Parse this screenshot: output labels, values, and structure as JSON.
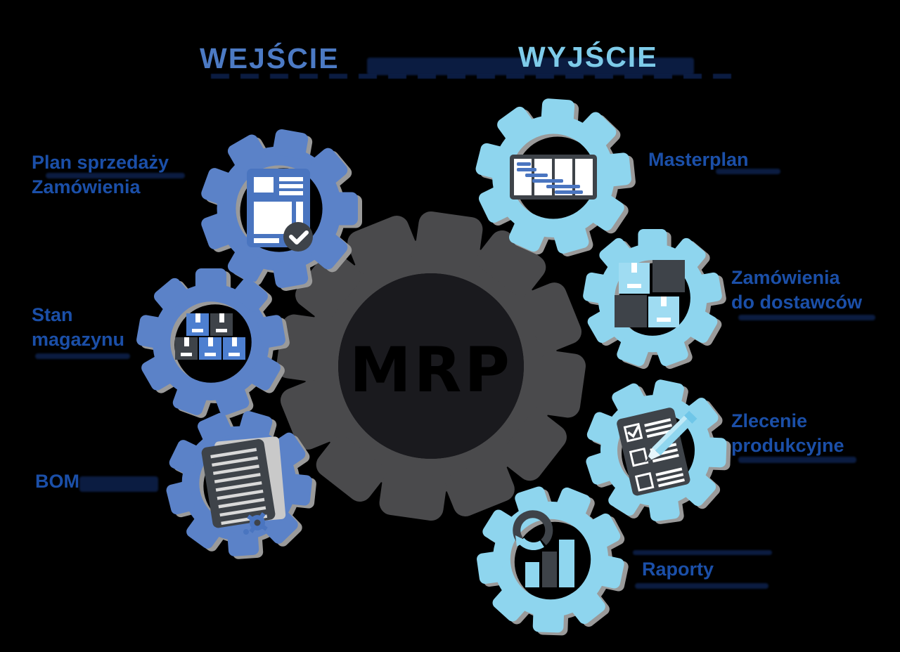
{
  "headers": {
    "input": "WEJŚCIE",
    "output": "WYJŚCIE"
  },
  "center_label": "MRP",
  "inputs": [
    {
      "id": "sales-plan-orders",
      "label": [
        "Plan sprzedaży",
        "Zamówienia"
      ],
      "icon": "invoice-check-icon"
    },
    {
      "id": "stock-level",
      "label": [
        "Stan",
        "magazynu"
      ],
      "icon": "warehouse-boxes-icon"
    },
    {
      "id": "bom",
      "label": [
        "BOM"
      ],
      "icon": "bom-list-icon"
    }
  ],
  "outputs": [
    {
      "id": "masterplan",
      "label": [
        "Masterplan"
      ],
      "icon": "gantt-chart-icon"
    },
    {
      "id": "supplier-orders",
      "label": [
        "Zamówienia",
        "do dostawców"
      ],
      "icon": "supplier-boxes-icon"
    },
    {
      "id": "production-orders",
      "label": [
        "Zlecenie",
        "produkcyjne"
      ],
      "icon": "checklist-pencil-icon"
    },
    {
      "id": "reports",
      "label": [
        "Raporty"
      ],
      "icon": "report-chart-icon"
    }
  ],
  "colors": {
    "background": "#000000",
    "header_input": "#4c7ac4",
    "header_output": "#7ecbe9",
    "label_blue": "#1b4fa8",
    "input_gear": "#5b82c8",
    "output_gear": "#8ed5ee",
    "center_gear": "#4a4a4c",
    "center_hole": "#1a1a1e",
    "center_label": "#000000",
    "icon_dark": "#3e4349",
    "icon_blue": "#4a75c0",
    "icon_box_blue": "#4d7fd0",
    "icon_lightblue": "#9fdcf2",
    "white": "#ffffff",
    "shadow_gray": "#9a9a9a",
    "ghost_navy": "#0c1e45"
  }
}
